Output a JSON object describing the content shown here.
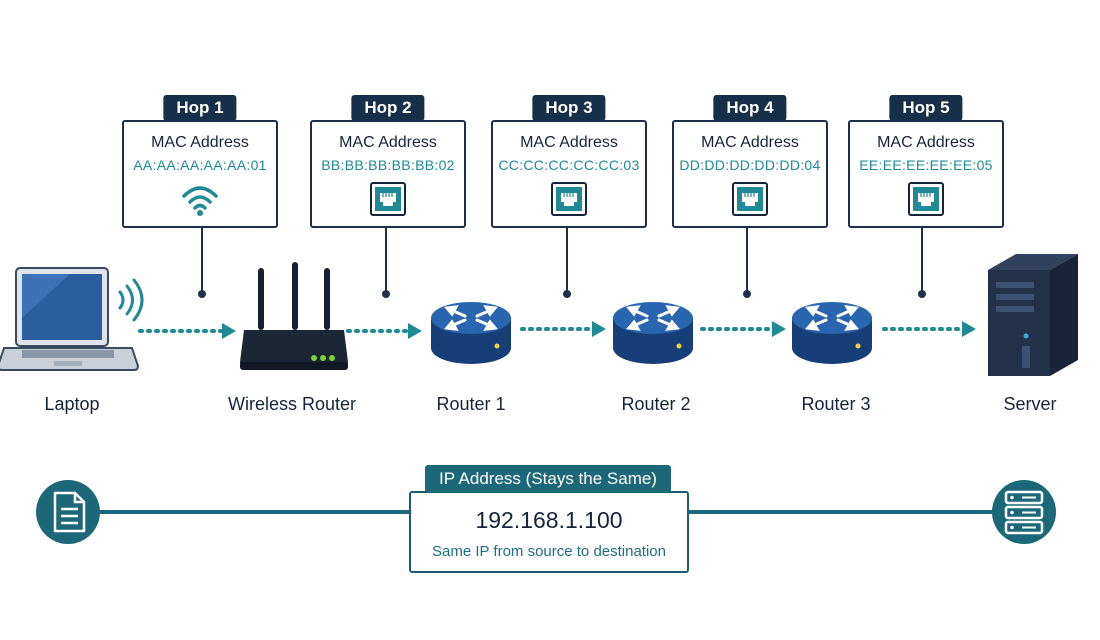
{
  "hops": [
    {
      "tag": "Hop 1",
      "title": "MAC Address",
      "mac": "AA:AA:AA:AA:AA:01",
      "icon": "wifi-icon"
    },
    {
      "tag": "Hop 2",
      "title": "MAC Address",
      "mac": "BB:BB:BB:BB:BB:02",
      "icon": "ethernet-port-icon"
    },
    {
      "tag": "Hop 3",
      "title": "MAC Address",
      "mac": "CC:CC:CC:CC:CC:03",
      "icon": "ethernet-port-icon"
    },
    {
      "tag": "Hop 4",
      "title": "MAC Address",
      "mac": "DD:DD:DD:DD:DD:04",
      "icon": "ethernet-port-icon"
    },
    {
      "tag": "Hop 5",
      "title": "MAC Address",
      "mac": "EE:EE:EE:EE:EE:05",
      "icon": "ethernet-port-icon"
    }
  ],
  "devices": [
    {
      "label": "Laptop",
      "icon": "laptop-icon"
    },
    {
      "label": "Wireless Router",
      "icon": "wireless-router-icon"
    },
    {
      "label": "Router 1",
      "icon": "router-icon"
    },
    {
      "label": "Router 2",
      "icon": "router-icon"
    },
    {
      "label": "Router 3",
      "icon": "router-icon"
    },
    {
      "label": "Server",
      "icon": "server-tower-icon"
    }
  ],
  "ip": {
    "tag": "IP Address (Stays the Same)",
    "value": "192.168.1.100",
    "caption": "Same IP from source to destination",
    "left_icon": "document-icon",
    "right_icon": "server-rack-icon"
  },
  "colors": {
    "navy": "#163049",
    "teal": "#1c6878",
    "mac_text": "#1e8a98",
    "router_blue": "#1e4f8c",
    "dots": "#1f8a95"
  }
}
